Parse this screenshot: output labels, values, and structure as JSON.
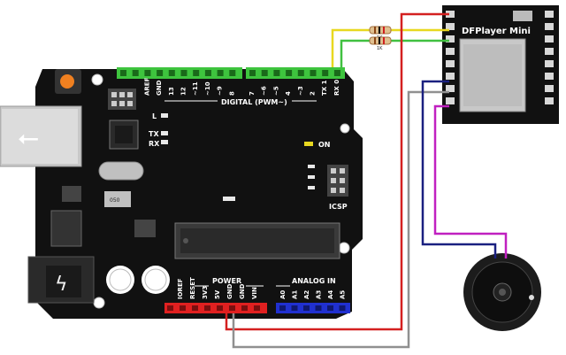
{
  "board": {
    "digital_pins": [
      "AREF",
      "GND",
      "13",
      "12",
      "~11",
      "~10",
      "~9",
      "8",
      "7",
      "~6",
      "~5",
      "4",
      "~3",
      "2",
      "TX 1",
      "RX 0"
    ],
    "digital_label": "DIGITAL (PWM~)",
    "led_labels": [
      "L",
      "TX",
      "RX"
    ],
    "on_label": "ON",
    "icsp_label": "ICSP",
    "crystal_label": "050",
    "power_label": "POWER",
    "power_pins": [
      "IOREF",
      "RESET",
      "3V3",
      "5V",
      "GND",
      "GND",
      "VIN"
    ],
    "analog_label": "ANALOG IN",
    "analog_pins": [
      "A0",
      "A1",
      "A2",
      "A3",
      "A4",
      "A5"
    ]
  },
  "module": {
    "title": "DFPlayer Mini"
  },
  "resistors": {
    "r1_label": "1K",
    "r2_label": "1K"
  },
  "colors": {
    "board": "#111111",
    "header_green": "#3ec43e",
    "header_red": "#e02020",
    "header_blue": "#2030d0",
    "wire_red": "#d42020",
    "wire_yellow": "#e8d820",
    "wire_green": "#40c040",
    "wire_gray": "#909090",
    "wire_navy": "#1a2080",
    "wire_magenta": "#c020c0"
  }
}
